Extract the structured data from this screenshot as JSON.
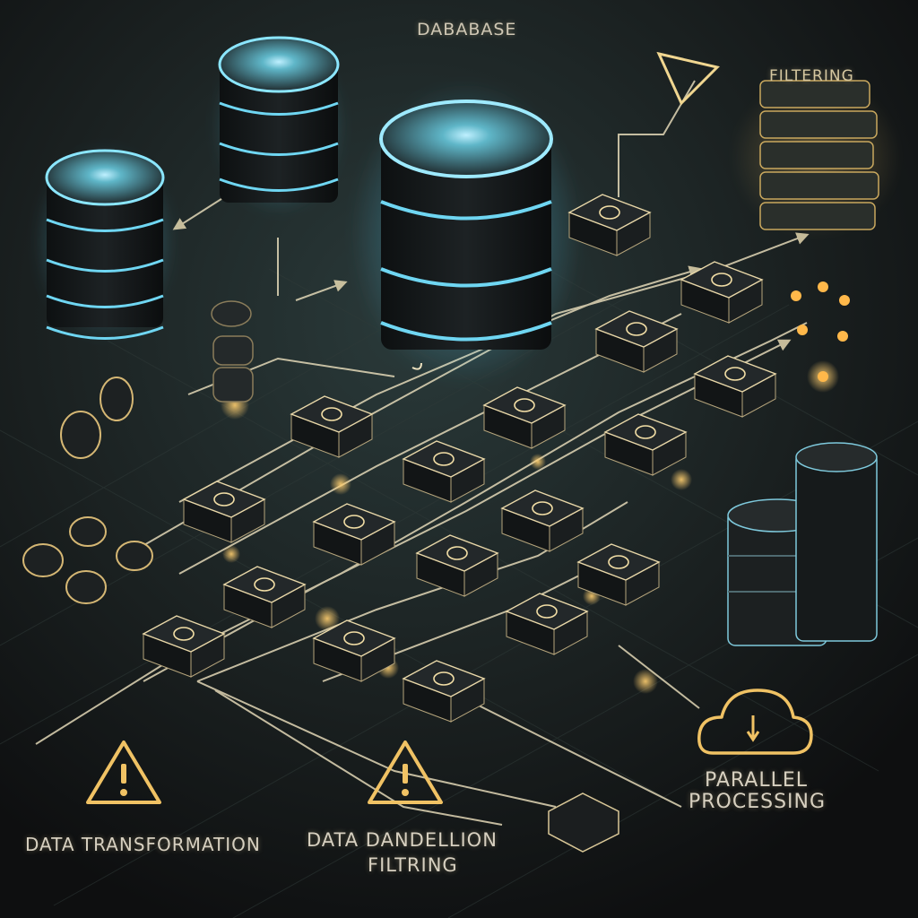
{
  "labels": {
    "database": "DABABASE",
    "filtering_top": "FILTERING",
    "data_transformation": "DATA TRANSFORMATION",
    "data_dandelion": "DATA DANDELLION",
    "filtring": "FILTRING",
    "parallel": "PARALLEL",
    "processing": "PROCESSING"
  },
  "colors": {
    "background": "#141516",
    "glow_cyan": "#49c8f0",
    "glow_amber": "#ffc35a",
    "node_fill": "#1c1f20",
    "node_edge": "#e8d7a8"
  },
  "icons": {
    "databases": [
      "database-cylinder-icon",
      "database-cylinder-icon",
      "database-cylinder-icon"
    ],
    "warnings": [
      "warning-triangle-icon",
      "warning-triangle-icon"
    ],
    "cloud": "cloud-download-icon",
    "filter": "funnel-icon",
    "stack": "server-stack-icon"
  }
}
